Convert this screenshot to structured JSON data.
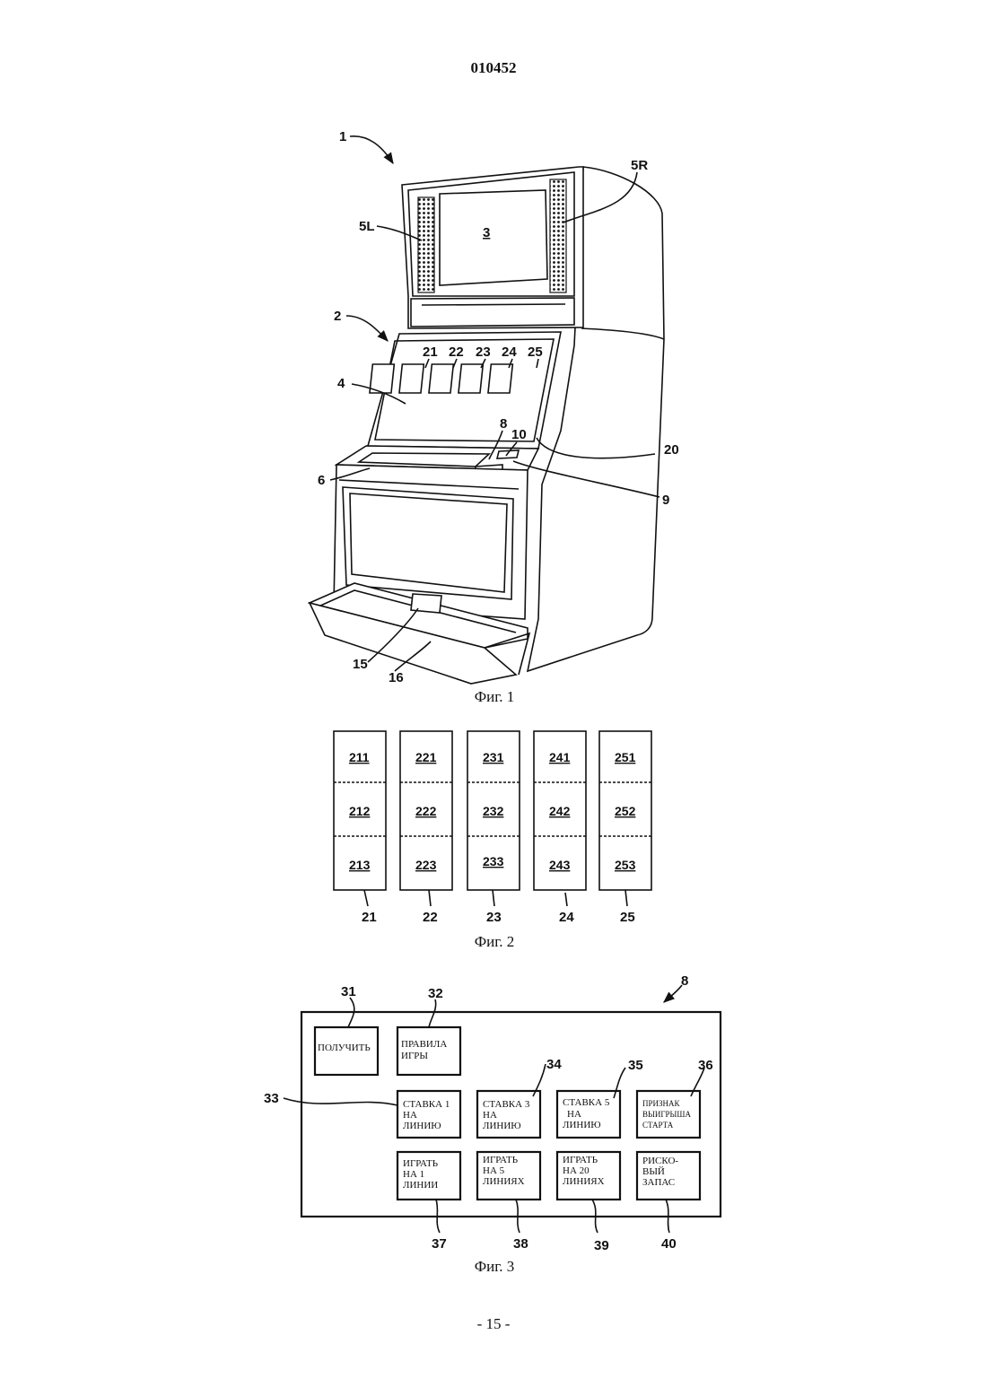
{
  "header": {
    "doc_number": "010452"
  },
  "figure1": {
    "caption": "Фиг. 1",
    "labels": {
      "l1": "1",
      "l5R": "5R",
      "l5L": "5L",
      "l3": "3",
      "l2": "2",
      "l21": "21",
      "l22": "22",
      "l23": "23",
      "l24": "24",
      "l25": "25",
      "l4": "4",
      "l8": "8",
      "l10": "10",
      "l20": "20",
      "l6": "6",
      "l9": "9",
      "l15": "15",
      "l16": "16"
    }
  },
  "figure2": {
    "caption": "Фиг. 2",
    "reels": [
      {
        "label": "21",
        "cells": [
          "211",
          "212",
          "213"
        ]
      },
      {
        "label": "22",
        "cells": [
          "221",
          "222",
          "223"
        ]
      },
      {
        "label": "23",
        "cells": [
          "231",
          "232",
          "233"
        ]
      },
      {
        "label": "24",
        "cells": [
          "241",
          "242",
          "243"
        ]
      },
      {
        "label": "25",
        "cells": [
          "251",
          "252",
          "253"
        ]
      }
    ]
  },
  "figure3": {
    "caption": "Фиг. 3",
    "panel_label": "8",
    "buttons": [
      {
        "num": "31",
        "lines": [
          "ПОЛУЧИТЬ"
        ]
      },
      {
        "num": "32",
        "lines": [
          "ПРАВИЛА",
          "ИГРЫ"
        ]
      },
      {
        "num": "33",
        "lines": [
          "СТАВКА 1",
          "НА",
          "ЛИНИЮ"
        ]
      },
      {
        "num": "34",
        "lines": [
          "СТАВКА 3",
          "НА",
          "ЛИНИЮ"
        ]
      },
      {
        "num": "35",
        "lines": [
          "СТАВКА 5",
          "НА",
          "ЛИНИЮ"
        ]
      },
      {
        "num": "36",
        "lines": [
          "ПРИЗНАК",
          "ВЫИГРЫША",
          "СТАРТА"
        ]
      },
      {
        "num": "37",
        "lines": [
          "ИГРАТЬ",
          "НА 1",
          "ЛИНИИ"
        ]
      },
      {
        "num": "38",
        "lines": [
          "ИГРАТЬ",
          "НА 5",
          "ЛИНИЯХ"
        ]
      },
      {
        "num": "39",
        "lines": [
          "ИГРАТЬ",
          "НА 20",
          "ЛИНИЯХ"
        ]
      },
      {
        "num": "40",
        "lines": [
          "РИСКО-",
          "ВЫЙ",
          "ЗАПАС"
        ]
      }
    ]
  },
  "footer": {
    "page_number": "- 15 -"
  }
}
